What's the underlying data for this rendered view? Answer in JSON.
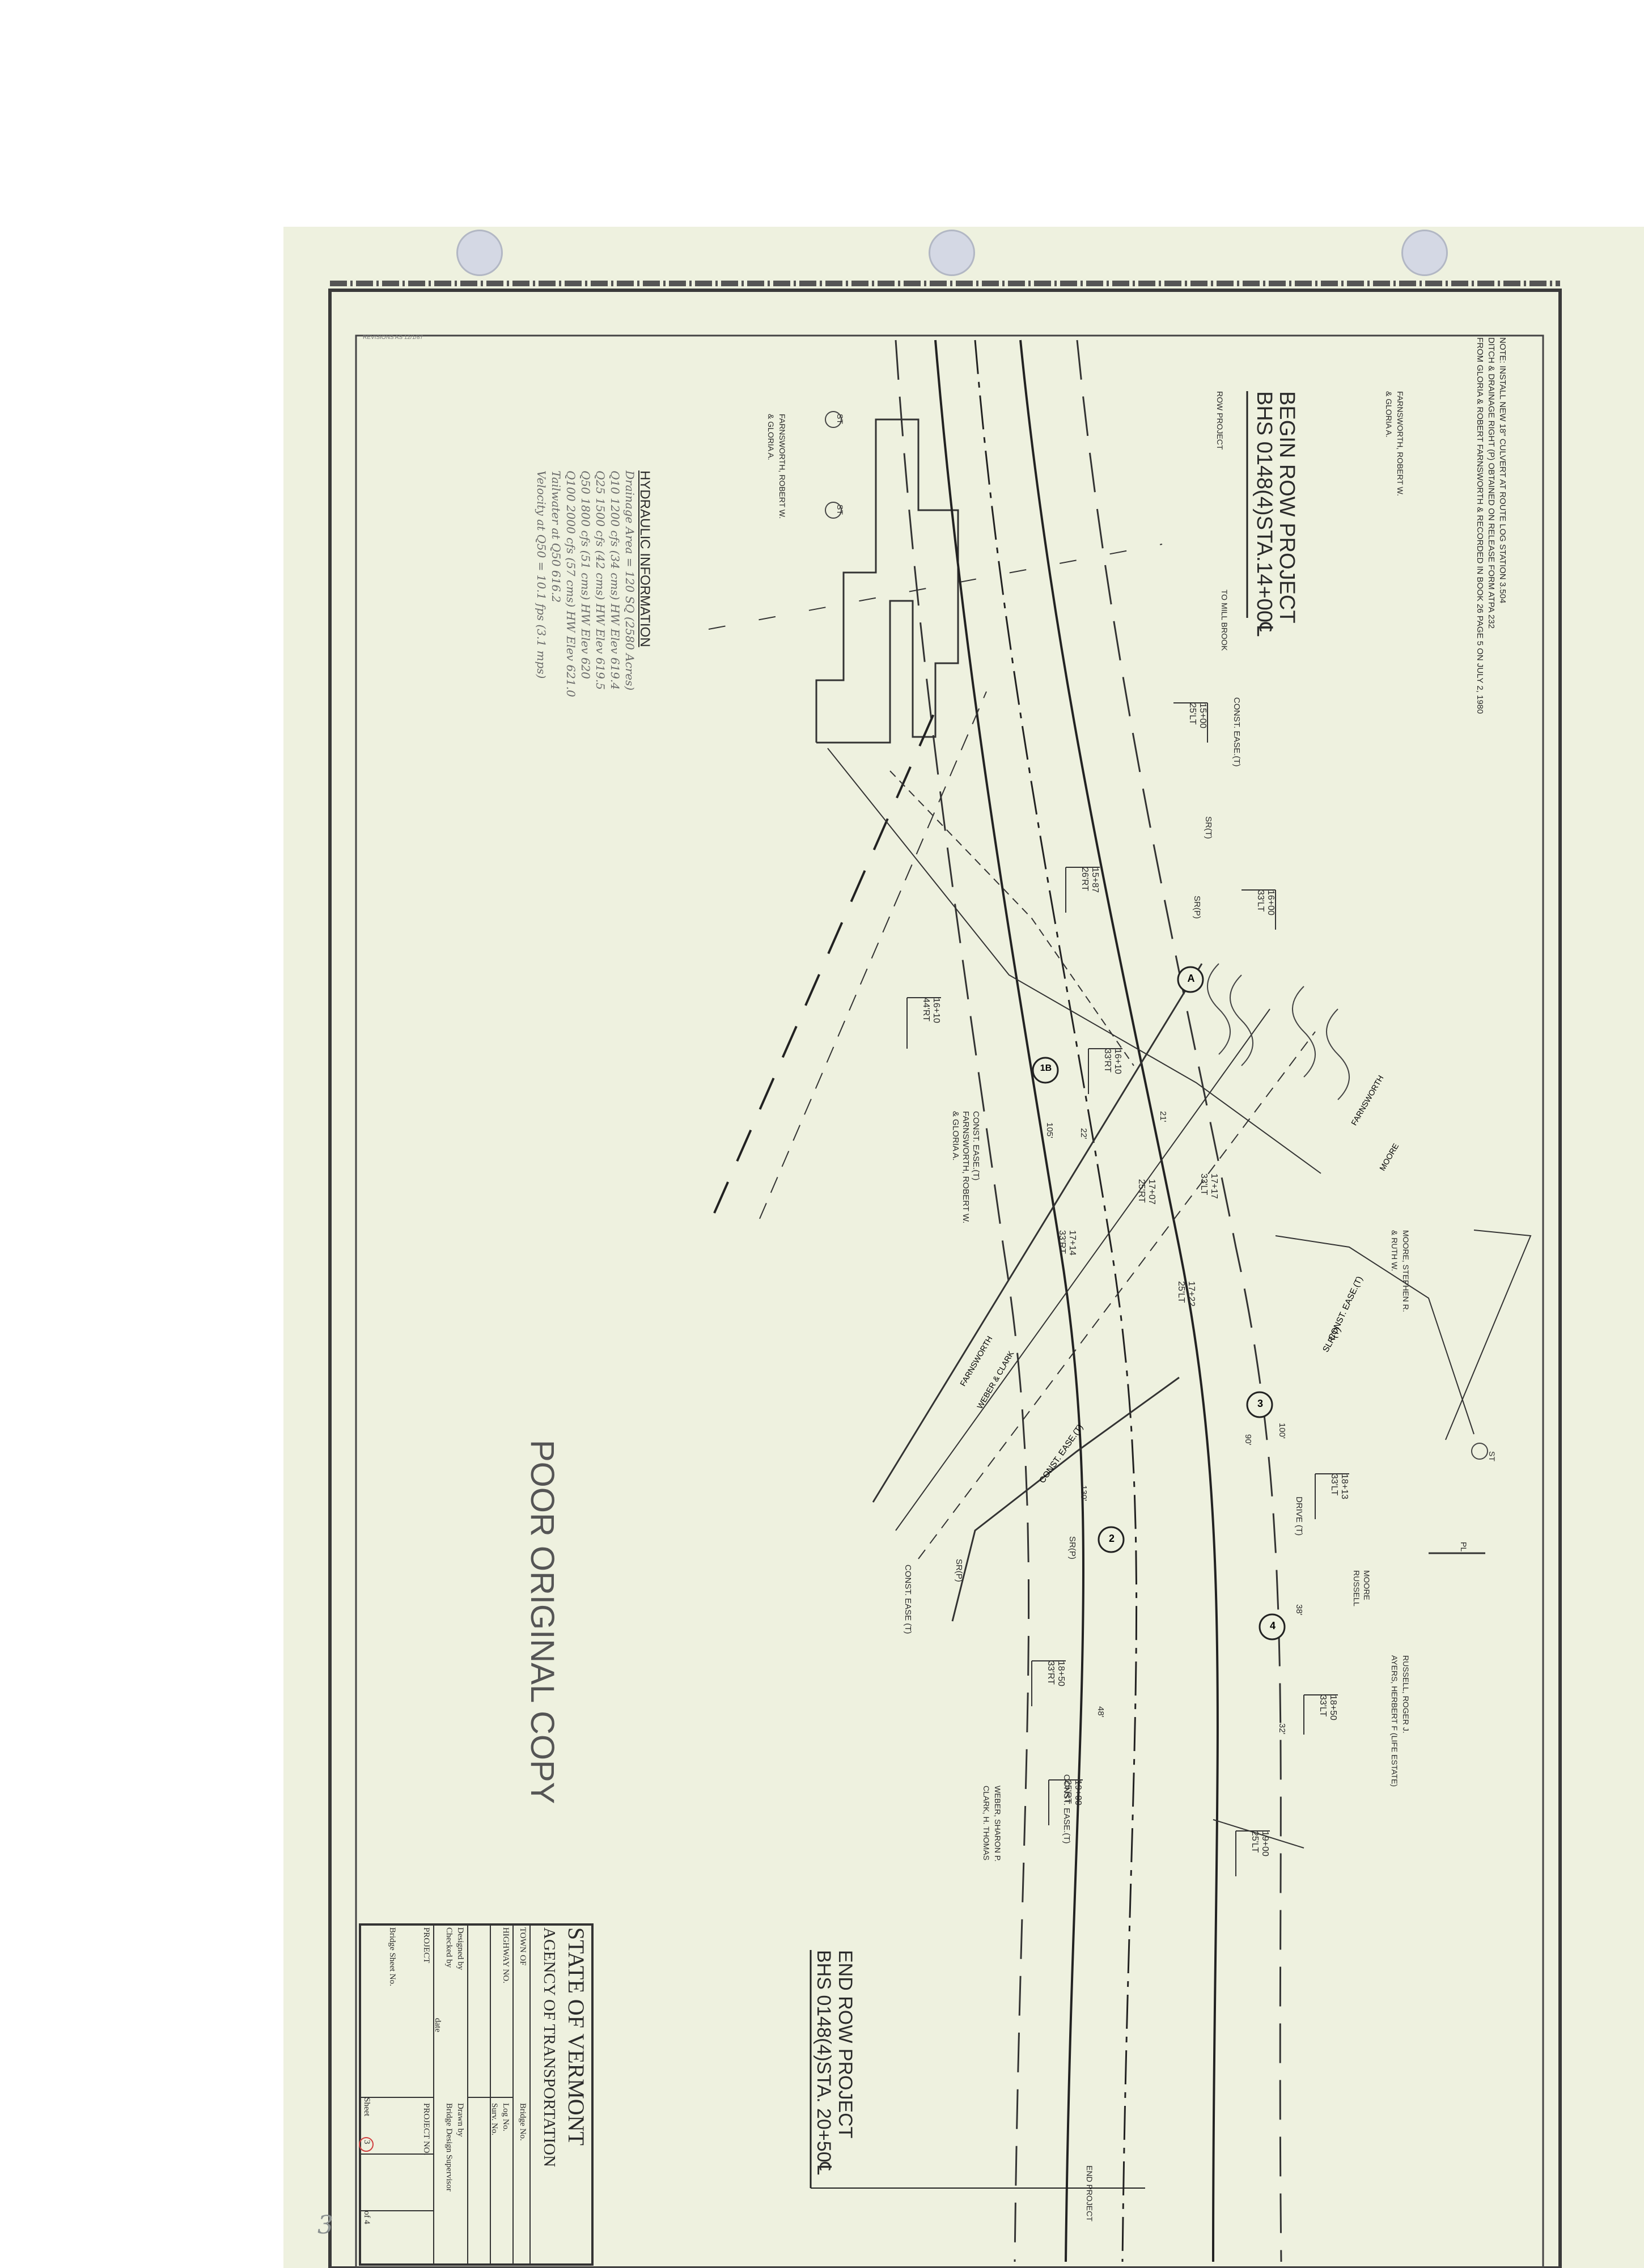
{
  "note": {
    "line1": "NOTE: INSTALL NEW 18\" CULVERT AT ROUTE LOG STATION 3.504",
    "line2": "DITCH & DRAINAGE RIGHT (P) OBTAINED ON RELEASE FORM ATPA 232",
    "line3": "FROM GLORIA & ROBERT FARNSWORTH & RECORDED IN BOOK 26 PAGE 5 ON JULY 2, 1980"
  },
  "begin_row": {
    "line1": "BEGIN ROW PROJECT",
    "line2": "BHS 0148(4)STA.14+00℄"
  },
  "end_row": {
    "line1": "END ROW PROJECT",
    "line2": "BHS 0148(4)STA. 20+50℄"
  },
  "hydraulic": {
    "title": "HYDRAULIC INFORMATION",
    "lines": [
      "Drainage Area = 120 SQ (2580 Acres)",
      "Q10 1200 cfs (34 cms)   HW Elev 619.4",
      "Q25 1500 cfs (42 cms)   HW Elev 619.5",
      "Q50 1800 cfs (51 cms)   HW Elev 620",
      "Q100 2000 cfs (57 cms)  HW Elev 621.0",
      "Tailwater at Q50 616.2",
      "Velocity at Q50 = 10.1 fps (3.1 mps)"
    ]
  },
  "poor_copy": "POOR ORIGINAL COPY",
  "owners": {
    "farnsworth_top": {
      "line1": "FARNSWORTH, ROBERT W.",
      "line2": "& GLORIA A."
    },
    "farnsworth_left": {
      "line1": "FARNSWORTH, ROBERT W.",
      "line2": "& GLORIA A."
    },
    "farnsworth_mid": {
      "line1": "FARNSWORTH, ROBERT W.",
      "line2": "& GLORIA A."
    },
    "moore": {
      "line1": "MOORE, STEPHEN R.",
      "line2": "& RUTH W."
    },
    "russell": {
      "line1": "RUSSELL, ROGER J.",
      "line2": "AYERS, HERBERT F (LIFE ESTATE)"
    },
    "weber": {
      "line1": "WEBER, SHARON P.",
      "line2": "CLARK, H. THOMAS"
    },
    "farnsworth_diag": "FARNSWORTH",
    "moore_diag": "MOORE",
    "weber_clark_diag": "WEBER & CLARK",
    "farnsworth_diag2": "FARNSWORTH",
    "moore_russell": {
      "line1": "MOORE",
      "line2": "RUSSELL"
    }
  },
  "labels": {
    "to_mill_brook": "TO MILL BROOK",
    "const_ease_t": "CONST. EASE.(T)",
    "const_ease_t2": "CONST. EASE.(T)",
    "const_ease_t3": "CONST. EASE.(T)",
    "const_ease_t4": "CONST. EASE (T)",
    "const_ease_t5": "CONST. EASE.(T)",
    "sr_t": "SR(T)",
    "sr_p": "SR(P)",
    "sr_p2": "SR(P)",
    "sr_p3": "SR(P)",
    "slr_t": "SLR(T)",
    "drive_t": "DRIVE (T)",
    "row_project": "ROW PROJECT",
    "end_project": "END PROJECT",
    "sta_1": {
      "line1": "15+00",
      "line2": "25'LT"
    },
    "sta_2": {
      "line1": "16+00",
      "line2": "33'LT"
    },
    "sta_3": {
      "line1": "15+87",
      "line2": "26'RT"
    },
    "sta_4": {
      "line1": "16+10",
      "line2": "44'RT"
    },
    "sta_5": {
      "line1": "16+10",
      "line2": "33'RT"
    },
    "sta_6": {
      "line1": "17+07",
      "line2": "25'RT"
    },
    "sta_7": {
      "line1": "17+17",
      "line2": "33'LT"
    },
    "sta_8": {
      "line1": "17+14",
      "line2": "33'RT"
    },
    "sta_9": {
      "line1": "17+22",
      "line2": "25'LT"
    },
    "sta_10": {
      "line1": "18+13",
      "line2": "33'LT"
    },
    "sta_11": {
      "line1": "18+50",
      "line2": "33'RT"
    },
    "sta_12": {
      "line1": "18+50",
      "line2": "33'LT"
    },
    "sta_13": {
      "line1": "19+00",
      "line2": "25'RT"
    },
    "sta_14": {
      "line1": "19+00",
      "line2": "25'LT"
    },
    "circle_a": "A",
    "circle_1b": "1B",
    "circle_2": "2",
    "circle_3": "3",
    "circle_4": "4",
    "dim_21": "21'",
    "dim_22": "22'",
    "dim_105": "105'",
    "dim_130": "130'",
    "dim_48": "48'",
    "dim_32": "32'",
    "dim_90": "90'",
    "dim_100": "100'",
    "dim_38": "38'",
    "st_1": "ST",
    "st_2": "ST",
    "st_3": "ST",
    "pl": "PL"
  },
  "title_block": {
    "state": "STATE OF VERMONT",
    "agency": "AGENCY OF TRANSPORTATION",
    "town_of": "TOWN OF",
    "highway_no": "HIGHWAY NO.",
    "designed_by": "Designed by",
    "checked_by": "Checked by",
    "date": "date",
    "project": "PROJECT",
    "bridge_sheet_no": "Bridge Sheet No.",
    "sheet": "Sheet",
    "sheet_value": "3",
    "of_value": "of 4",
    "drawn_by": "Drawn by",
    "bridge_design_supervisor": "Bridge Design Supervisor",
    "project_no": "PROJECT NO.",
    "bridge_no": "Bridge No.",
    "log_no": "Log No.",
    "survey_no": "Surv. No."
  },
  "top_left_small": "REVISIONS AS 12/1/87",
  "bottom_left_mark": "3"
}
